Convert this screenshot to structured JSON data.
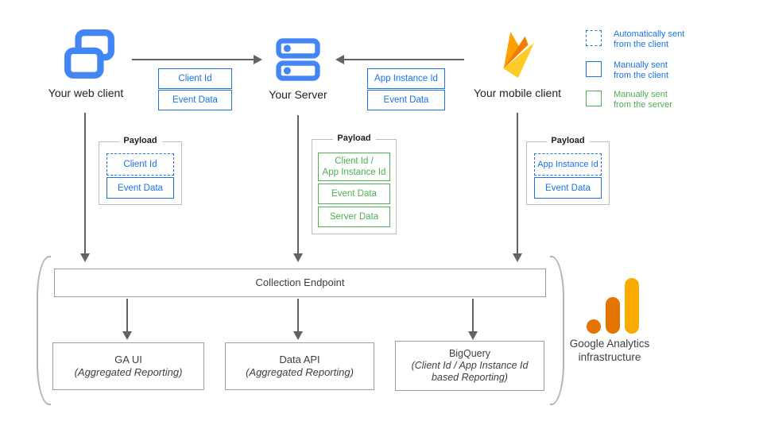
{
  "nodes": {
    "web_client": {
      "label": "Your web client"
    },
    "server": {
      "label": "Your Server"
    },
    "mobile_client": {
      "label": "Your mobile client"
    }
  },
  "flows": {
    "web_to_server": {
      "labels": [
        "Client Id",
        "Event Data"
      ]
    },
    "mobile_to_server": {
      "labels": [
        "App Instance Id",
        "Event Data"
      ]
    }
  },
  "legend": {
    "items": [
      {
        "label": "Automatically sent\nfrom the client",
        "style": "dashed-blue",
        "color": "#1A73E8"
      },
      {
        "label": "Manually sent\nfrom the client",
        "style": "solid-blue",
        "color": "#1A73E8"
      },
      {
        "label": "Manually sent\nfrom the server",
        "style": "solid-green",
        "color": "#4CAF50"
      }
    ]
  },
  "payloads": {
    "web": {
      "title": "Payload",
      "items": [
        {
          "text": "Client Id",
          "style": "dashed-blue"
        },
        {
          "text": "Event Data",
          "style": "solid-blue"
        }
      ]
    },
    "server": {
      "title": "Payload",
      "items": [
        {
          "text": "Client Id /\nApp Instance Id",
          "style": "solid-green"
        },
        {
          "text": "Event Data",
          "style": "solid-green"
        },
        {
          "text": "Server Data",
          "style": "solid-green"
        }
      ]
    },
    "mobile": {
      "title": "Payload",
      "items": [
        {
          "text": "App Instance Id",
          "style": "dashed-blue"
        },
        {
          "text": "Event Data",
          "style": "solid-blue"
        }
      ]
    }
  },
  "infrastructure": {
    "collection_endpoint": "Collection Endpoint",
    "outputs": [
      {
        "title": "GA UI",
        "subtitle": "(Aggregated Reporting)"
      },
      {
        "title": "Data API",
        "subtitle": "(Aggregated Reporting)"
      },
      {
        "title": "BigQuery",
        "subtitle": "(Client Id / App Instance Id\nbased Reporting)"
      }
    ],
    "caption": "Google Analytics\ninfrastructure"
  },
  "icons": {
    "web_client": "browser-windows-icon",
    "server": "server-stack-icon",
    "mobile_client": "firebase-flame-icon",
    "ga_logo": "google-analytics-logo"
  },
  "colors": {
    "blue": "#1A73E8",
    "icon_blue": "#4285F4",
    "green": "#4CAF50",
    "arrow_gray": "#5F6368",
    "box_border_gray": "#9E9E9E",
    "firebase_amber": "#FFA000",
    "firebase_orange": "#F57C00",
    "firebase_yellow": "#FFCA28",
    "ga_orange": "#E37400",
    "ga_yellow": "#F9AB00"
  }
}
